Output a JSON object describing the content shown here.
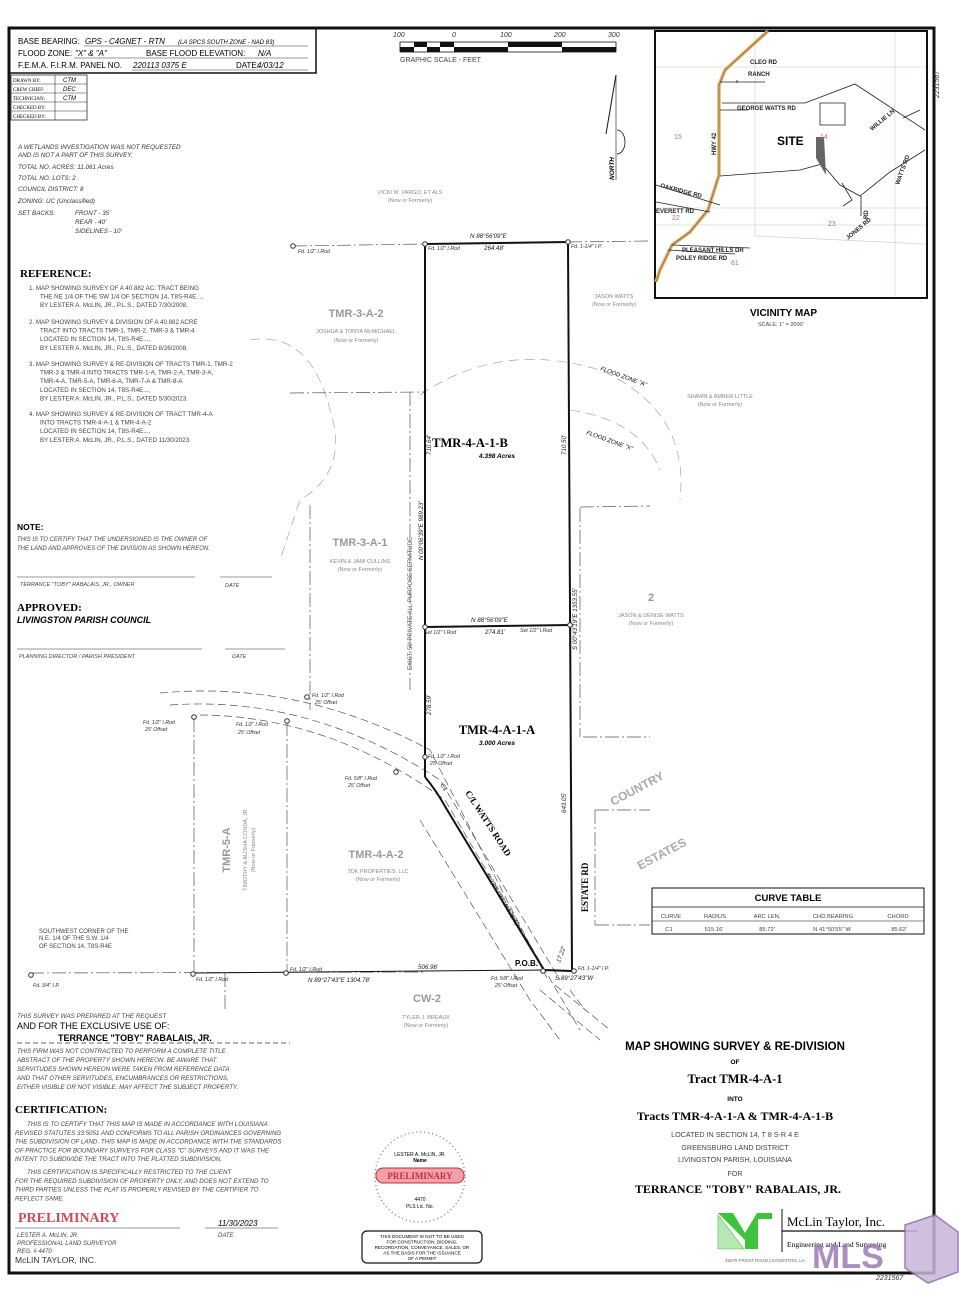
{
  "header": {
    "base_bearing_label": "BASE BEARING:",
    "base_bearing_value": "GPS - C4GNET - RTN",
    "base_bearing_note": "(LA SPCS SOUTH ZONE - NAD 83)",
    "flood_zone_label": "FLOOD ZONE:",
    "flood_zone_value": "\"X\" & \"A\"",
    "bfe_label": "BASE FLOOD ELEVATION:",
    "bfe_value": "N/A",
    "firm_label": "F.E.M.A. F.I.R.M. PANEL NO.",
    "firm_value": "220113 0375 E",
    "date_label": "DATE:",
    "date_value": "4/03/12"
  },
  "staff_table": [
    {
      "role": "DRAWN BY:",
      "value": "CTM"
    },
    {
      "role": "CREW CHIEF:",
      "value": "DEC"
    },
    {
      "role": "TECHNICIAN:",
      "value": "CTM"
    },
    {
      "role": "CHECKED BY:",
      "value": ""
    },
    {
      "role": "CHECKED BY:",
      "value": ""
    }
  ],
  "notes": {
    "wetlands_1": "A WETLANDS INVESTIGATION WAS NOT REQUESTED",
    "wetlands_2": "AND IS NOT A PART OF THIS SURVEY.",
    "acres": "TOTAL NO. ACRES:   11.061 Acres",
    "lots": "TOTAL NO. LOTS:   2",
    "district": "COUNCIL DISTRICT:   8",
    "zoning": "ZONING:   UC (Unclassified)",
    "setbacks_label": "SET BACKS:",
    "front": "FRONT - 35'",
    "rear": "REAR - 40'",
    "sides": "SIDELINES - 10'"
  },
  "reference": {
    "title": "REFERENCE:",
    "items": [
      [
        "1. MAP SHOWING SURVEY OF A 40.882 AC. TRACT BEING",
        "THE NE 1/4 OF THE SW 1/4 OF SECTION 14, T8S-R4E...,",
        "BY LESTER A. McLIN, JR., P.L.S., DATED 7/30/2008."
      ],
      [
        "2. MAP SHOWING SURVEY & DIVISION OF A 40.882 ACRE",
        "TRACT INTO TRACTS TMR-1, TMR-2, TMR-3 & TMR-4",
        "LOCATED IN SECTION 14, T8S-R4E...,",
        "BY LESTER A. McLIN, JR., P.L.S., DATED 8/26/2008."
      ],
      [
        "3. MAP SHOWING SURVEY & RE-DIVISION OF TRACTS TMR-1, TMR-2",
        "TMR-3 & TMR-4 INTO TRACTS TMR-1-A, TMR-2-A, TMR-3-A,",
        "TMR-4-A, TMR-5-A, TMR-6-A, TMR-7-A & TMR-8-A",
        "LOCATED IN SECTION 14, T8S-R4E...,",
        "BY LESTER A. McLIN, JR., P.L.S., DATED 5/30/2023."
      ],
      [
        "4. MAP SHOWING SURVEY & RE-DIVISION OF TRACT TMR-4-A",
        "INTO TRACTS TMR-4-A-1 & TMR-4-A-2",
        "LOCATED IN SECTION 14, T8S-R4E...,",
        "BY LESTER A. McLIN, JR., P.L.S., DATED 11/30/2023."
      ]
    ]
  },
  "note": {
    "title": "NOTE:",
    "line1": "THIS IS TO CERTIFY THAT THE UNDERSIGNED IS THE OWNER OF",
    "line2": "THE LAND AND APPROVES OF THE DIVISION AS SHOWN HEREON.",
    "owner_sig": "TERRANCE \"TOBY\" RABALAIS, JR.,   OWNER",
    "date": "DATE"
  },
  "approved": {
    "title": "APPROVED:",
    "council": "LIVINGSTON PARISH COUNCIL",
    "sig": "PLANNING DIRECTOR / PARISH PRESIDENT",
    "date": "DATE"
  },
  "exclusive": {
    "line1": "THIS SURVEY WAS PREPARED AT THE REQUEST",
    "line2": "AND FOR THE EXCLUSIVE USE OF:",
    "client": "TERRANCE \"TOBY\" RABALAIS, JR.",
    "disclaimer": [
      "THIS FIRM WAS NOT CONTRACTED TO PERFORM A COMPLETE TITLE",
      "ABSTRACT OF THE PROPERTY SHOWN HEREON. BE AWARE THAT",
      "SERVITUDES SHOWN HEREON WERE TAKEN FROM REFERENCE DATA",
      "AND THAT OTHER SERVITUDES, ENCUMBRANCES OR RESTRICTIONS,",
      "EITHER VISIBLE OR NOT VISIBLE, MAY AFFECT THE SUBJECT PROPERTY."
    ]
  },
  "certification": {
    "title": "CERTIFICATION:",
    "lines": [
      "THIS IS TO CERTIFY THAT THIS MAP IS MADE IN ACCORDANCE WITH LOUISIANA",
      "REVISED STATUTES 33:5051 AND CONFORMS TO ALL PARISH ORDINANCES GOVERNING",
      "THE SUBDIVISION OF LAND. THIS MAP IS MADE IN ACCORDANCE WITH THE STANDARDS",
      "OF PRACTICE FOR BOUNDARY SURVEYS FOR CLASS \"C\" SURVEYS AND IT WAS THE",
      "INTENT TO SUBDIVIDE THE TRACT INTO THE PLATTED SUBDIVISION."
    ],
    "lines2": [
      "THIS CERTIFICATION IS SPECIFICALLY RESTRICTED TO THE CLIENT",
      "FOR THE REQUIRED SUBDIVISION OF PROPERTY ONLY, AND DOES NOT EXTEND TO",
      "THIRD PARTIES UNLESS THE PLAT IS PROPERLY REVISED BY THE CERTIFIER TO",
      "REFLECT SAME."
    ],
    "preliminary": "PRELIMINARY",
    "date_value": "11/30/2023",
    "date_label": "DATE",
    "surveyor": "LESTER A. McLIN, JR.",
    "title2": "PROFESSIONAL LAND SURVEYOR",
    "reg": "REG. # 4470",
    "company": "McLIN TAYLOR, INC."
  },
  "seal": {
    "name": "LESTER A. McLIN, JR.",
    "name_label": "Name",
    "stamp": "PRELIMINARY",
    "lic": "4470",
    "lic_label": "PLS Lic. No.",
    "warning": [
      "THIS DOCUMENT IS NOT TO BE USED",
      "FOR CONSTRUCTION, BIDDING,",
      "RECORDATION, CONVEYANCE, SALES, OR",
      "AS THE BASIS FOR THE ISSUANCE",
      "OF A PERMIT"
    ]
  },
  "scale": {
    "ticks": [
      "100",
      "0",
      "100",
      "200",
      "300"
    ],
    "label": "GRAPHIC SCALE - FEET",
    "north": "NORTH"
  },
  "vicinity": {
    "title": "VICINITY MAP",
    "scale": "SCALE: 1\" = 2000'",
    "site": "SITE",
    "roads": [
      "CLEO RD",
      "RANCH",
      "GEORGE WATTS RD",
      "HWY 42",
      "WILLIE LN",
      "WATTS RD",
      "OAKRIDGE RD",
      "EVERETT RD",
      "PLEASANT HILLS DR",
      "POLEY RIDGE RD",
      "JONES RD",
      "RD"
    ],
    "sections": [
      "15",
      "14",
      "22",
      "23",
      "61"
    ],
    "highway_color": "#e8b060"
  },
  "plat": {
    "lot_b": {
      "name": "TMR-4-A-1-B",
      "acres": "4.398 Acres"
    },
    "lot_a": {
      "name": "TMR-4-A-1-A",
      "acres": "3.000 Acres"
    },
    "neighbors": {
      "vargo": "VICKI W. VARGO, ET ALS",
      "now": "(Now or Formerly)",
      "tmr3a2": "TMR-3-A-2",
      "mcmichael": "JOSHUA & TONYA McMICHAEL",
      "jason_watts": "JASON WATTS",
      "shawn": "SHAWN & AMBER LITTLE",
      "tmr3a1": "TMR-3-A-1",
      "cullins": "KEVIN & JAMI CULLINS",
      "lot2": "2",
      "jd_watts": "JASON & DENISE WATTS",
      "tmr5a": "TMR-5-A",
      "conda": "TIMOTHY & ALISHA CONDA, JR",
      "tmr4a2": "TMR-4-A-2",
      "tdk": "TDK PROPERTIES, LLC",
      "cw2": "CW-2",
      "breaux": "TYLER J. BREAUX"
    },
    "labels": {
      "top_bearing": "N 88°56'09\"E",
      "top_dist": "264.48'",
      "mid_bearing": "N 88°56'09\"E",
      "mid_dist": "274.81'",
      "left_b": "710.64'",
      "right_b": "710.50'",
      "left_total": "N 00°06'39\"E  989.23'",
      "right_total": "S 00°43'19\"E  1353.55'",
      "left_a": "278.59'",
      "right_a": "643.05'",
      "road_bearing": "N 33°54'37\"W  335.49'",
      "bottom_bearing": "N 89°27'43\"E   1304.78'",
      "bottom_dist": "506.96'",
      "pob_bearing": "S 89°27'43\"W",
      "pob_dist": "17.22'",
      "servitude": "EXIST. 50' PRIVATE ALL PURPOSE SERVITUDE",
      "flood_a": "FLOOD ZONE \"A\"",
      "flood_x": "FLOOD ZONE \"X\"",
      "watts_road": "C/L WATTS ROAD",
      "estate_rd": "ESTATE RD",
      "country": "COUNTRY",
      "estates": "ESTATES",
      "pob": "P.O.B.",
      "c1": "C1",
      "sw_corner": [
        "SOUTHWEST CORNER OF THE",
        "N.E. 1/4 OF THE S.W. 1/4",
        "OF SECTION 14, T8S-R4E"
      ]
    },
    "monuments": {
      "fd_half": "Fd. 1/2\" I.Rod",
      "fd_1q": "Fd. 1-1/4\" I.P.",
      "set_half": "Set 1/2\" I.Rod",
      "offset": "25' Offset",
      "fd_58": "Fd. 5/8\" I.Rod",
      "fd_34": "Fd. 3/4\" I.P."
    }
  },
  "curve_table": {
    "title": "CURVE TABLE",
    "headers": [
      "CURVE",
      "RADIUS",
      "ARC LEN.",
      "CHD.BEARING",
      "CHORD"
    ],
    "rows": [
      [
        "C1",
        "515.16'",
        "85.72'",
        "N 41°50'55\" W",
        "85.62'"
      ]
    ]
  },
  "title_block": {
    "line1": "MAP SHOWING SURVEY & RE-DIVISION",
    "of": "OF",
    "tract": "Tract  TMR-4-A-1",
    "into": "INTO",
    "tracts": "Tracts  TMR-4-A-1-A  &  TMR-4-A-1-B",
    "loc1": "LOCATED IN SECTION 14, T 8 S-R 4 E",
    "loc2": "GREENSBURG LAND DISTRICT",
    "loc3": "LIVINGSTON PARISH, LOUISIANA",
    "for": "FOR",
    "client": "TERRANCE  \"TOBY\"  RABALAIS,  JR.",
    "company": "McLin Taylor, Inc.",
    "tagline": "Engineering and Land Surveying",
    "address": "26078 FROST ROAD  LIVINGSTON, LA",
    "logo_color": "#3cc43c"
  },
  "doc_number": "2231567",
  "watermark": {
    "text": "MLS",
    "color": "#9b7bb5"
  }
}
